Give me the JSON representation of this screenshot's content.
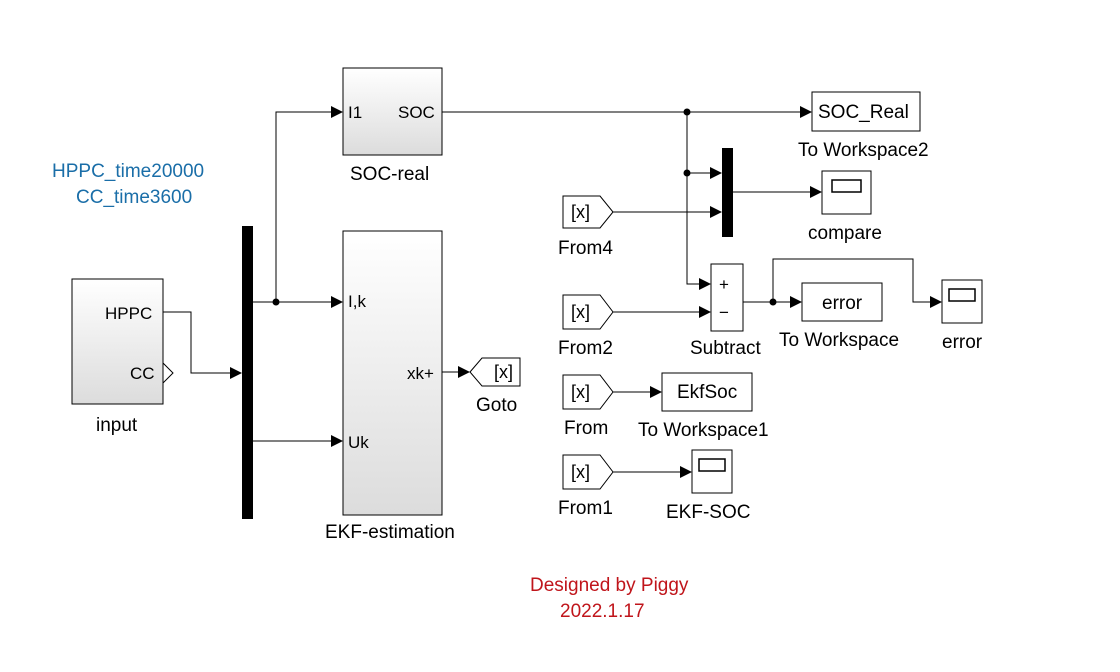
{
  "annotations": {
    "sim_line1": "HPPC_time20000",
    "sim_line2": "CC_time3600",
    "author_line1": "Designed by Piggy",
    "author_line2": "2022.1.17",
    "blue": "#1a6ea8",
    "red": "#c0151b"
  },
  "blocks": {
    "input": {
      "name": "input",
      "port_hppc": "HPPC",
      "port_cc": "CC"
    },
    "soc_real": {
      "name": "SOC-real",
      "in_port": "I1",
      "out_port": "SOC"
    },
    "ekf": {
      "name": "EKF-estimation",
      "in1": "I,k",
      "in2": "Uk",
      "out": "xk+"
    },
    "goto": {
      "name": "Goto",
      "tag": "[x]"
    },
    "to_ws2": {
      "name": "To Workspace2",
      "var": "SOC_Real"
    },
    "compare": {
      "name": "compare"
    },
    "from4": {
      "name": "From4",
      "tag": "[x]"
    },
    "from2": {
      "name": "From2",
      "tag": "[x]"
    },
    "subtract": {
      "name": "Subtract",
      "plus": "+",
      "minus": "−"
    },
    "to_ws": {
      "name": "To Workspace",
      "var": "error"
    },
    "error_scope": {
      "name": "error"
    },
    "from": {
      "name": "From",
      "tag": "[x]"
    },
    "to_ws1": {
      "name": "To Workspace1",
      "var": "EkfSoc"
    },
    "from1": {
      "name": "From1",
      "tag": "[x]"
    },
    "ekf_soc_scope": {
      "name": "EKF-SOC"
    }
  },
  "icons": [
    "scope-icon",
    "from-tag-icon",
    "goto-tag-icon",
    "mux-bar",
    "arrowhead"
  ]
}
